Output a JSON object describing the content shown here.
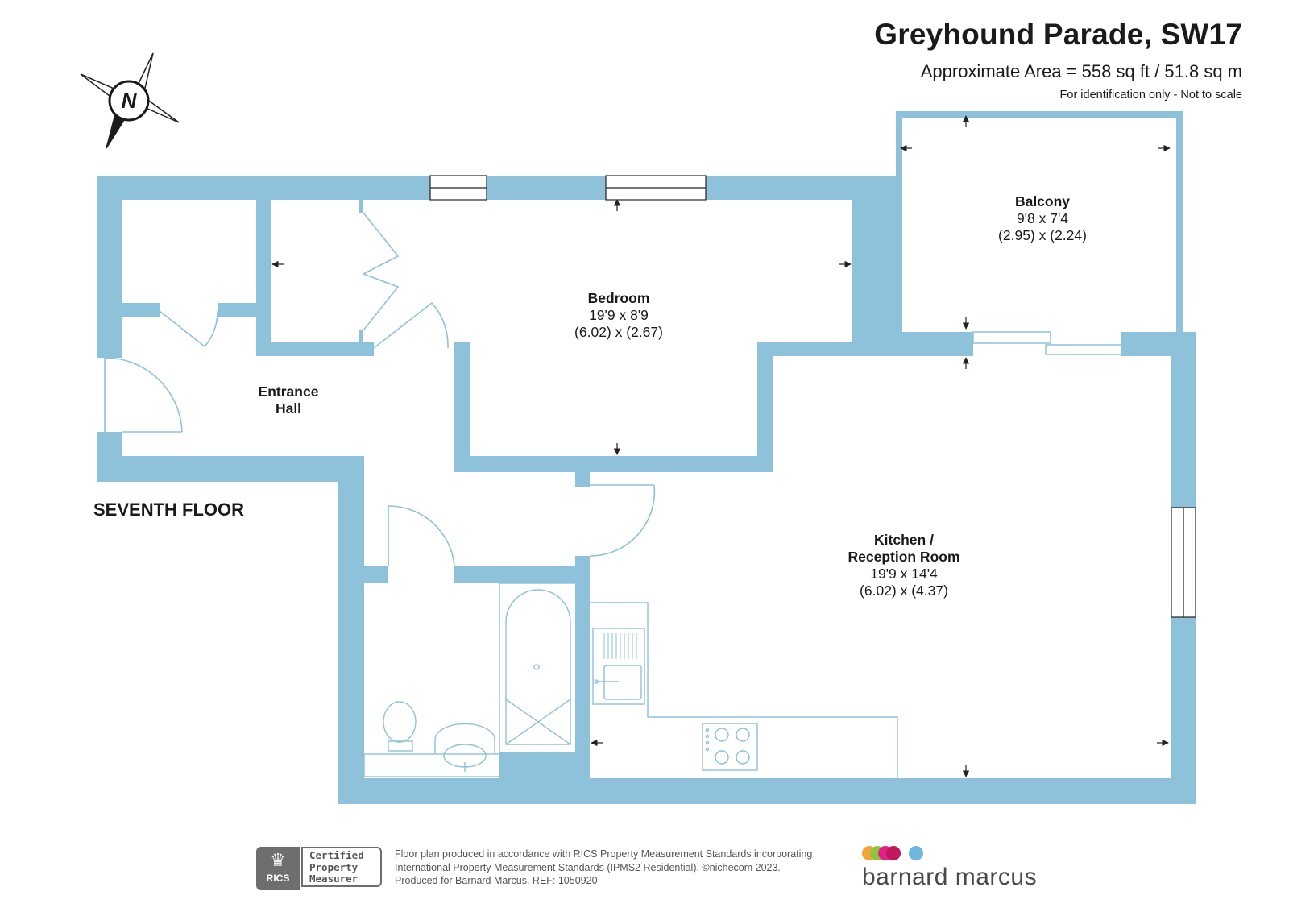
{
  "header": {
    "title": "Greyhound Parade, SW17",
    "area": "Approximate Area = 558 sq ft / 51.8 sq m",
    "note": "For identification only - Not to scale"
  },
  "compass": {
    "label": "N"
  },
  "floor_label": "SEVENTH FLOOR",
  "rooms": [
    {
      "id": "balcony",
      "name": "Balcony",
      "imperial": "9'8 x 7'4",
      "metric": "(2.95) x (2.24)"
    },
    {
      "id": "bedroom",
      "name": "Bedroom",
      "imperial": "19'9 x 8'9",
      "metric": "(6.02) x (2.67)"
    },
    {
      "id": "entrance",
      "name_line1": "Entrance",
      "name_line2": "Hall"
    },
    {
      "id": "kitchen",
      "name_line1": "Kitchen /",
      "name_line2": "Reception Room",
      "imperial": "19'9 x 14'4",
      "metric": "(6.02) x (4.37)"
    }
  ],
  "colors": {
    "wall": "#8ec1da",
    "fixture_line": "#8ec1da",
    "text": "#1a1a1a",
    "footer_text": "#555555"
  },
  "footer": {
    "rics_logo": "RICS",
    "rics_lines": [
      "Certified",
      "Property",
      "Measurer"
    ],
    "text_lines": [
      "Floor plan produced in accordance with RICS Property Measurement Standards incorporating",
      "International Property Measurement Standards (IPMS2 Residential).  ©nichecom 2023.",
      "Produced for Barnard Marcus.   REF:  1050920"
    ],
    "brand": "barnard marcus",
    "brand_dot_colors": [
      "#f2a33a",
      "#8dc63f",
      "#e0218a",
      "#c2185b",
      "#6fb7dd"
    ]
  }
}
